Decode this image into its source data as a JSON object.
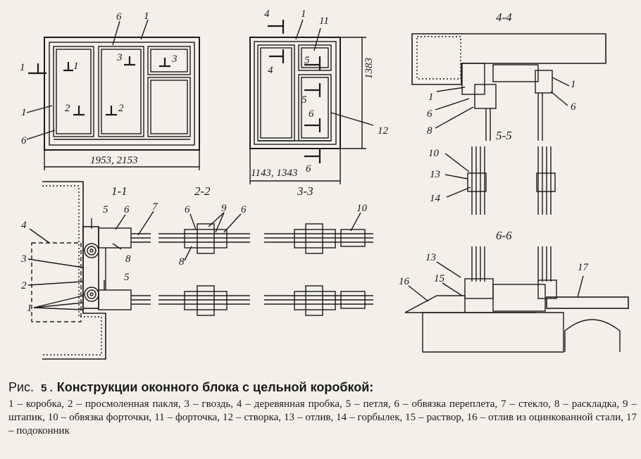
{
  "caption": {
    "prefix": "Рис.",
    "number": "5 .",
    "title": "Конструкции оконного блока с цельной коробкой:",
    "legend": "1 – коробка, 2 – просмоленная пакля, 3 – гвоздь, 4 – деревянная пробка, 5 – петля, 6 – обвязка переплета, 7 – стекло, 8 – раскладка, 9 – штапик, 10 – обвязка форточки, 11 – форточка, 12 – створка, 13 – отлив, 14 – горбылек, 15 – раствор, 16 – отлив из оцинкованной стали, 17 – подоконник"
  },
  "dimensions": {
    "window_large_width": "1953, 2153",
    "window_small_width": "1143, 1343",
    "window_small_height": "1383"
  },
  "sections": {
    "s11": "1-1",
    "s22": "2-2",
    "s33": "3-3",
    "s44": "4-4",
    "s55": "5-5",
    "s66": "6-6"
  },
  "labels": {
    "n1": "1",
    "n2": "2",
    "n3": "3",
    "n4": "4",
    "n5": "5",
    "n6": "6",
    "n7": "7",
    "n8": "8",
    "n9": "9",
    "n10": "10",
    "n11": "11",
    "n12": "12",
    "n13": "13",
    "n14": "14",
    "n15": "15",
    "n16": "16",
    "n17": "17"
  }
}
